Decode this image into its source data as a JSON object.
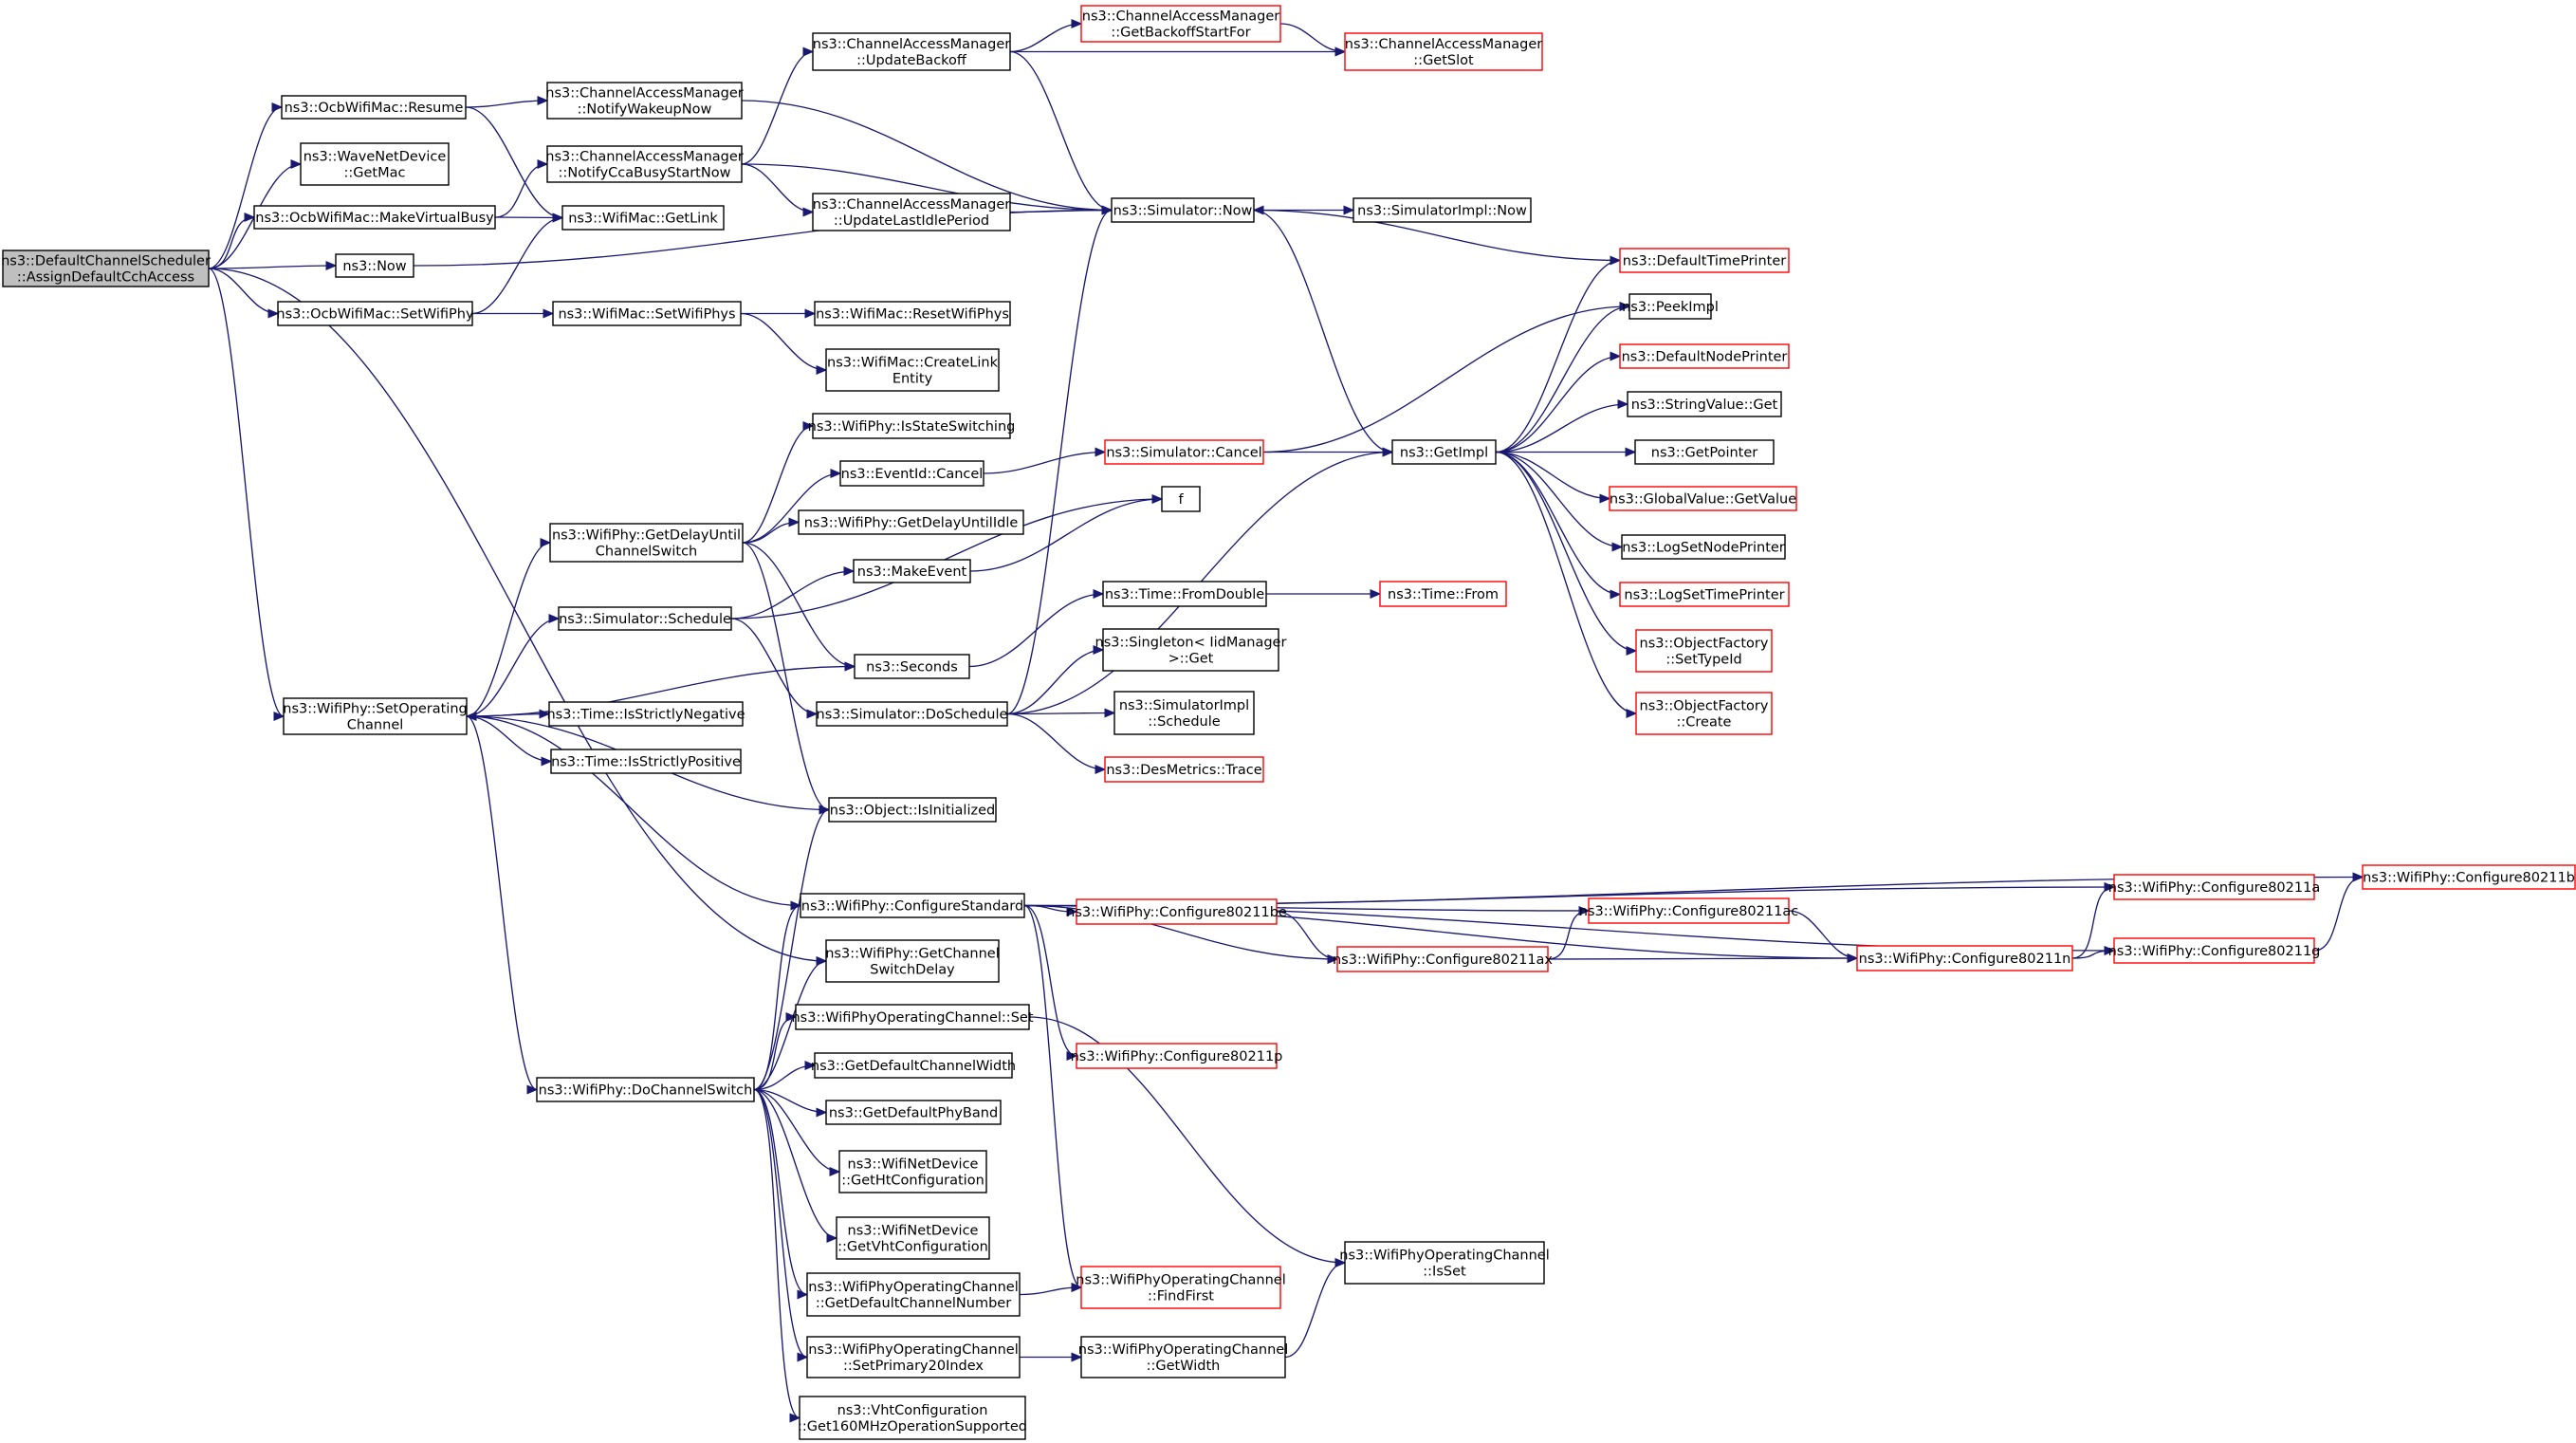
{
  "colors": {
    "edge": "#191970",
    "normal_border": "#000000",
    "truncated_border": "#ff0000",
    "root_fill": "#bfbfbf",
    "node_fill": "#ffffff"
  },
  "nodes": [
    {
      "id": "n0",
      "lines": [
        "ns3::DefaultChannelScheduler",
        "::AssignDefaultCchAccess"
      ],
      "style": "root"
    },
    {
      "id": "n1",
      "lines": [
        "ns3::OcbWifiMac::Resume"
      ],
      "style": "normal"
    },
    {
      "id": "n2",
      "lines": [
        "ns3::WaveNetDevice",
        "::GetMac"
      ],
      "style": "normal"
    },
    {
      "id": "n3",
      "lines": [
        "ns3::OcbWifiMac::MakeVirtualBusy"
      ],
      "style": "normal"
    },
    {
      "id": "n4",
      "lines": [
        "ns3::Now"
      ],
      "style": "normal"
    },
    {
      "id": "n5",
      "lines": [
        "ns3::OcbWifiMac::SetWifiPhy"
      ],
      "style": "normal"
    },
    {
      "id": "n6",
      "lines": [
        "ns3::WifiPhy::SetOperating",
        "Channel"
      ],
      "style": "normal"
    },
    {
      "id": "n7",
      "lines": [
        "ns3::ChannelAccessManager",
        "::NotifyWakeupNow"
      ],
      "style": "normal"
    },
    {
      "id": "n8",
      "lines": [
        "ns3::ChannelAccessManager",
        "::NotifyCcaBusyStartNow"
      ],
      "style": "normal"
    },
    {
      "id": "n9",
      "lines": [
        "ns3::WifiMac::GetLink"
      ],
      "style": "normal"
    },
    {
      "id": "n10",
      "lines": [
        "ns3::WifiMac::SetWifiPhys"
      ],
      "style": "normal"
    },
    {
      "id": "n11",
      "lines": [
        "ns3::ChannelAccessManager",
        "::UpdateBackoff"
      ],
      "style": "normal"
    },
    {
      "id": "n12",
      "lines": [
        "ns3::ChannelAccessManager",
        "::UpdateLastIdlePeriod"
      ],
      "style": "normal"
    },
    {
      "id": "n13",
      "lines": [
        "ns3::ChannelAccessManager",
        "::GetBackoffStartFor"
      ],
      "style": "truncated"
    },
    {
      "id": "n14",
      "lines": [
        "ns3::ChannelAccessManager",
        "::GetSlot"
      ],
      "style": "truncated"
    },
    {
      "id": "n15",
      "lines": [
        "ns3::Simulator::Now"
      ],
      "style": "normal"
    },
    {
      "id": "n16",
      "lines": [
        "ns3::SimulatorImpl::Now"
      ],
      "style": "normal"
    },
    {
      "id": "n17",
      "lines": [
        "ns3::WifiMac::ResetWifiPhys"
      ],
      "style": "normal"
    },
    {
      "id": "n18",
      "lines": [
        "ns3::WifiMac::CreateLink",
        "Entity"
      ],
      "style": "normal"
    },
    {
      "id": "n19",
      "lines": [
        "ns3::DefaultTimePrinter"
      ],
      "style": "truncated"
    },
    {
      "id": "n20",
      "lines": [
        "ns3::PeekImpl"
      ],
      "style": "normal"
    },
    {
      "id": "n21",
      "lines": [
        "ns3::DefaultNodePrinter"
      ],
      "style": "truncated"
    },
    {
      "id": "n22",
      "lines": [
        "ns3::StringValue::Get"
      ],
      "style": "normal"
    },
    {
      "id": "n23",
      "lines": [
        "ns3::GetPointer"
      ],
      "style": "normal"
    },
    {
      "id": "n24",
      "lines": [
        "ns3::GlobalValue::GetValue"
      ],
      "style": "truncated"
    },
    {
      "id": "n25",
      "lines": [
        "ns3::LogSetNodePrinter"
      ],
      "style": "normal"
    },
    {
      "id": "n26",
      "lines": [
        "ns3::LogSetTimePrinter"
      ],
      "style": "truncated"
    },
    {
      "id": "n27",
      "lines": [
        "ns3::ObjectFactory",
        "::SetTypeId"
      ],
      "style": "truncated"
    },
    {
      "id": "n28",
      "lines": [
        "ns3::ObjectFactory",
        "::Create"
      ],
      "style": "truncated"
    },
    {
      "id": "n29",
      "lines": [
        "ns3::GetImpl"
      ],
      "style": "normal"
    },
    {
      "id": "n30",
      "lines": [
        "ns3::Simulator::Cancel"
      ],
      "style": "truncated"
    },
    {
      "id": "n31",
      "lines": [
        "ns3::WifiPhy::IsStateSwitching"
      ],
      "style": "normal"
    },
    {
      "id": "n32",
      "lines": [
        "ns3::EventId::Cancel"
      ],
      "style": "normal"
    },
    {
      "id": "n33",
      "lines": [
        "ns3::WifiPhy::GetDelayUntilIdle"
      ],
      "style": "normal"
    },
    {
      "id": "n34",
      "lines": [
        "ns3::WifiPhy::GetDelayUntil",
        "ChannelSwitch"
      ],
      "style": "normal"
    },
    {
      "id": "n35",
      "lines": [
        "ns3::MakeEvent"
      ],
      "style": "normal"
    },
    {
      "id": "n36",
      "lines": [
        "f"
      ],
      "style": "normal"
    },
    {
      "id": "n37",
      "lines": [
        "ns3::Simulator::Schedule"
      ],
      "style": "normal"
    },
    {
      "id": "n38",
      "lines": [
        "ns3::Seconds"
      ],
      "style": "normal"
    },
    {
      "id": "n39",
      "lines": [
        "ns3::Time::FromDouble"
      ],
      "style": "normal"
    },
    {
      "id": "n40",
      "lines": [
        "ns3::Time::From"
      ],
      "style": "truncated"
    },
    {
      "id": "n41",
      "lines": [
        "ns3::Singleton< IidManager",
        ">::Get"
      ],
      "style": "normal"
    },
    {
      "id": "n42",
      "lines": [
        "ns3::Simulator::DoSchedule"
      ],
      "style": "normal"
    },
    {
      "id": "n43",
      "lines": [
        "ns3::SimulatorImpl",
        "::Schedule"
      ],
      "style": "normal"
    },
    {
      "id": "n44",
      "lines": [
        "ns3::DesMetrics::Trace"
      ],
      "style": "truncated"
    },
    {
      "id": "n45",
      "lines": [
        "ns3::Time::IsStrictlyNegative"
      ],
      "style": "normal"
    },
    {
      "id": "n46",
      "lines": [
        "ns3::Time::IsStrictlyPositive"
      ],
      "style": "normal"
    },
    {
      "id": "n47",
      "lines": [
        "ns3::Object::IsInitialized"
      ],
      "style": "normal"
    },
    {
      "id": "n48",
      "lines": [
        "ns3::WifiPhy::ConfigureStandard"
      ],
      "style": "normal"
    },
    {
      "id": "n49",
      "lines": [
        "ns3::WifiPhy::GetChannel",
        "SwitchDelay"
      ],
      "style": "normal"
    },
    {
      "id": "n50",
      "lines": [
        "ns3::WifiPhyOperatingChannel::Set"
      ],
      "style": "normal"
    },
    {
      "id": "n51",
      "lines": [
        "ns3::WifiPhy::DoChannelSwitch"
      ],
      "style": "normal"
    },
    {
      "id": "n52",
      "lines": [
        "ns3::GetDefaultChannelWidth"
      ],
      "style": "normal"
    },
    {
      "id": "n53",
      "lines": [
        "ns3::GetDefaultPhyBand"
      ],
      "style": "normal"
    },
    {
      "id": "n54",
      "lines": [
        "ns3::WifiNetDevice",
        "::GetHtConfiguration"
      ],
      "style": "normal"
    },
    {
      "id": "n55",
      "lines": [
        "ns3::WifiNetDevice",
        "::GetVhtConfiguration"
      ],
      "style": "normal"
    },
    {
      "id": "n56",
      "lines": [
        "ns3::WifiPhyOperatingChannel",
        "::GetDefaultChannelNumber"
      ],
      "style": "normal"
    },
    {
      "id": "n57",
      "lines": [
        "ns3::WifiPhyOperatingChannel",
        "::SetPrimary20Index"
      ],
      "style": "normal"
    },
    {
      "id": "n58",
      "lines": [
        "ns3::VhtConfiguration",
        "::Get160MHzOperationSupported"
      ],
      "style": "normal"
    },
    {
      "id": "n59",
      "lines": [
        "ns3::WifiPhy::Configure80211be"
      ],
      "style": "truncated"
    },
    {
      "id": "n60",
      "lines": [
        "ns3::WifiPhy::Configure80211p"
      ],
      "style": "truncated"
    },
    {
      "id": "n61",
      "lines": [
        "ns3::WifiPhyOperatingChannel",
        "::FindFirst"
      ],
      "style": "truncated"
    },
    {
      "id": "n62",
      "lines": [
        "ns3::WifiPhyOperatingChannel",
        "::GetWidth"
      ],
      "style": "normal"
    },
    {
      "id": "n63",
      "lines": [
        "ns3::WifiPhyOperatingChannel",
        "::IsSet"
      ],
      "style": "normal"
    },
    {
      "id": "n64",
      "lines": [
        "ns3::WifiPhy::Configure80211ac"
      ],
      "style": "truncated"
    },
    {
      "id": "n65",
      "lines": [
        "ns3::WifiPhy::Configure80211ax"
      ],
      "style": "truncated"
    },
    {
      "id": "n66",
      "lines": [
        "ns3::WifiPhy::Configure80211n"
      ],
      "style": "truncated"
    },
    {
      "id": "n67",
      "lines": [
        "ns3::WifiPhy::Configure80211a"
      ],
      "style": "truncated"
    },
    {
      "id": "n68",
      "lines": [
        "ns3::WifiPhy::Configure80211g"
      ],
      "style": "truncated"
    },
    {
      "id": "n69",
      "lines": [
        "ns3::WifiPhy::Configure80211b"
      ],
      "style": "truncated"
    }
  ],
  "edges": [
    [
      "n0",
      "n1"
    ],
    [
      "n0",
      "n2"
    ],
    [
      "n0",
      "n3"
    ],
    [
      "n0",
      "n4"
    ],
    [
      "n0",
      "n5"
    ],
    [
      "n0",
      "n6"
    ],
    [
      "n0",
      "n49"
    ],
    [
      "n1",
      "n7"
    ],
    [
      "n1",
      "n9"
    ],
    [
      "n3",
      "n8"
    ],
    [
      "n3",
      "n9"
    ],
    [
      "n4",
      "n15"
    ],
    [
      "n5",
      "n9"
    ],
    [
      "n5",
      "n10"
    ],
    [
      "n7",
      "n15"
    ],
    [
      "n8",
      "n11"
    ],
    [
      "n8",
      "n15"
    ],
    [
      "n8",
      "n12"
    ],
    [
      "n11",
      "n13"
    ],
    [
      "n11",
      "n14"
    ],
    [
      "n11",
      "n15"
    ],
    [
      "n13",
      "n14"
    ],
    [
      "n12",
      "n15"
    ],
    [
      "n15",
      "n16"
    ],
    [
      "n15",
      "n29"
    ],
    [
      "n19",
      "n15"
    ],
    [
      "n10",
      "n17"
    ],
    [
      "n10",
      "n18"
    ],
    [
      "n29",
      "n19"
    ],
    [
      "n29",
      "n20"
    ],
    [
      "n29",
      "n21"
    ],
    [
      "n29",
      "n22"
    ],
    [
      "n29",
      "n23"
    ],
    [
      "n29",
      "n24"
    ],
    [
      "n29",
      "n25"
    ],
    [
      "n29",
      "n26"
    ],
    [
      "n29",
      "n27"
    ],
    [
      "n29",
      "n28"
    ],
    [
      "n30",
      "n20"
    ],
    [
      "n30",
      "n29"
    ],
    [
      "n32",
      "n30"
    ],
    [
      "n34",
      "n31"
    ],
    [
      "n34",
      "n32"
    ],
    [
      "n34",
      "n33"
    ],
    [
      "n34",
      "n38"
    ],
    [
      "n34",
      "n47"
    ],
    [
      "n35",
      "n36"
    ],
    [
      "n37",
      "n35"
    ],
    [
      "n37",
      "n36"
    ],
    [
      "n37",
      "n42"
    ],
    [
      "n38",
      "n39"
    ],
    [
      "n39",
      "n40"
    ],
    [
      "n42",
      "n15"
    ],
    [
      "n42",
      "n29"
    ],
    [
      "n42",
      "n41"
    ],
    [
      "n42",
      "n43"
    ],
    [
      "n42",
      "n44"
    ],
    [
      "n6",
      "n34"
    ],
    [
      "n6",
      "n37"
    ],
    [
      "n6",
      "n38"
    ],
    [
      "n6",
      "n45"
    ],
    [
      "n6",
      "n46"
    ],
    [
      "n6",
      "n47"
    ],
    [
      "n6",
      "n51"
    ],
    [
      "n48",
      "n6"
    ],
    [
      "n48",
      "n59"
    ],
    [
      "n48",
      "n60"
    ],
    [
      "n48",
      "n61"
    ],
    [
      "n48",
      "n64"
    ],
    [
      "n48",
      "n65"
    ],
    [
      "n48",
      "n66"
    ],
    [
      "n48",
      "n67"
    ],
    [
      "n48",
      "n68"
    ],
    [
      "n48",
      "n69"
    ],
    [
      "n51",
      "n47"
    ],
    [
      "n51",
      "n48"
    ],
    [
      "n51",
      "n49"
    ],
    [
      "n51",
      "n50"
    ],
    [
      "n51",
      "n52"
    ],
    [
      "n51",
      "n53"
    ],
    [
      "n51",
      "n54"
    ],
    [
      "n51",
      "n55"
    ],
    [
      "n51",
      "n56"
    ],
    [
      "n51",
      "n57"
    ],
    [
      "n51",
      "n58"
    ],
    [
      "n50",
      "n63"
    ],
    [
      "n56",
      "n61"
    ],
    [
      "n57",
      "n62"
    ],
    [
      "n62",
      "n63"
    ],
    [
      "n59",
      "n65"
    ],
    [
      "n65",
      "n64"
    ],
    [
      "n65",
      "n66"
    ],
    [
      "n64",
      "n66"
    ],
    [
      "n66",
      "n67"
    ],
    [
      "n66",
      "n68"
    ],
    [
      "n68",
      "n69"
    ]
  ]
}
